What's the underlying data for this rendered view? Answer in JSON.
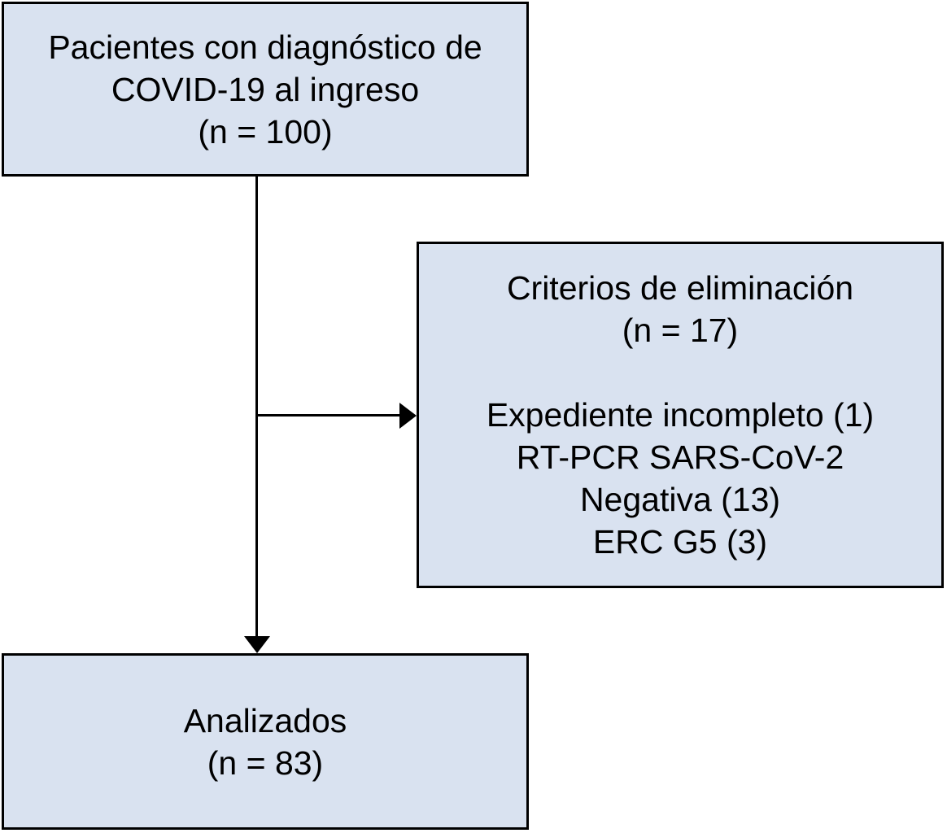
{
  "colors": {
    "page-bg": "#ffffff",
    "box-fill": "#d9e2f0",
    "box-border": "#000000",
    "line-color": "#000000",
    "text-color": "#000000"
  },
  "flowchart": {
    "boxes": {
      "enrollment": {
        "lines": [
          "Pacientes con diagnóstico de",
          "COVID-19 al ingreso",
          "(n = 100)"
        ]
      },
      "elimination": {
        "lines": [
          "Criterios de eliminación",
          "(n = 17)",
          "",
          "Expediente incompleto (1)",
          "RT-PCR SARS-CoV-2",
          "Negativa (13)",
          "ERC G5 (3)"
        ]
      },
      "analyzed": {
        "lines": [
          "Analizados",
          "(n = 83)"
        ]
      }
    }
  }
}
